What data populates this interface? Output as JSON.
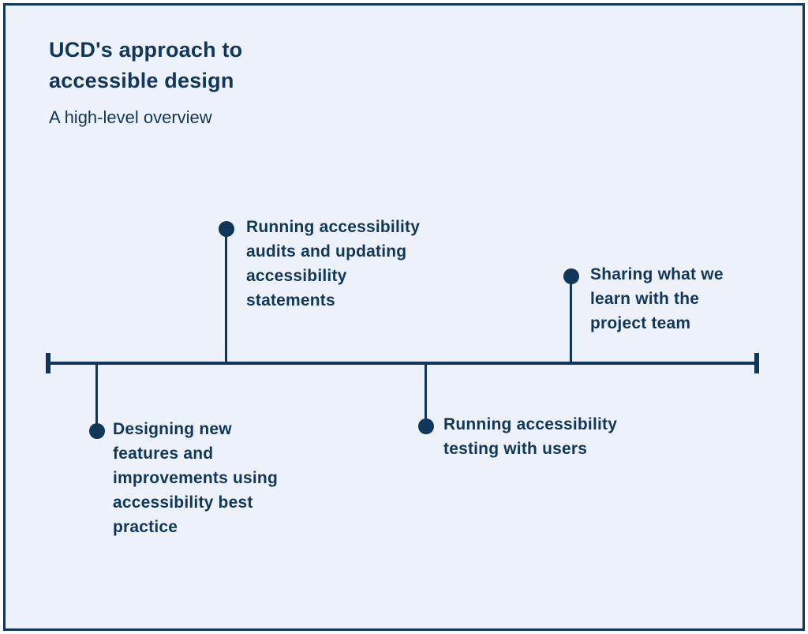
{
  "colors": {
    "navy": "#10375a",
    "background": "#edf2fa",
    "frame_border": "#10375a",
    "outer_margin": "#ffffff"
  },
  "header": {
    "title": "UCD's approach to\naccessible design",
    "subtitle": "A high-level overview"
  },
  "timeline": {
    "orientation": "horizontal",
    "milestones": [
      {
        "id": "audits",
        "position": "above",
        "label": "Running accessibility\naudits and updating\naccessibility\nstatements"
      },
      {
        "id": "sharing",
        "position": "above",
        "label": "Sharing what we\nlearn with the\nproject team"
      },
      {
        "id": "designing",
        "position": "below",
        "label": "Designing new\nfeatures and\nimprovements using\naccessibility best\npractice"
      },
      {
        "id": "testing",
        "position": "below",
        "label": "Running accessibility\ntesting with users"
      }
    ]
  }
}
